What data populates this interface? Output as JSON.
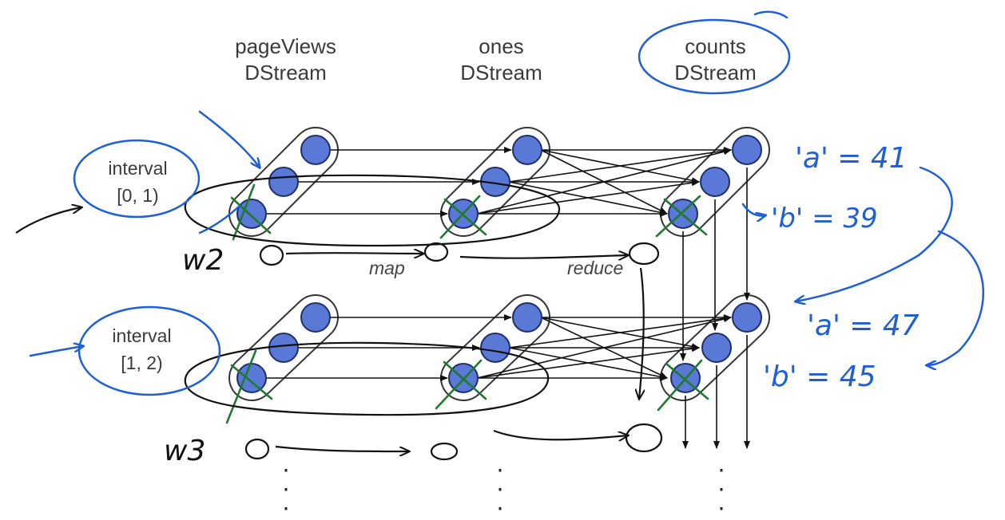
{
  "headers": {
    "pageviews": [
      "pageViews",
      "DStream"
    ],
    "ones": [
      "ones",
      "DStream"
    ],
    "counts": [
      "counts",
      "DStream"
    ]
  },
  "intervals": [
    {
      "line1": "interval",
      "line2": "[0, 1)"
    },
    {
      "line1": "interval",
      "line2": "[1, 2)"
    }
  ],
  "operations": {
    "map": "map",
    "reduce": "reduce"
  },
  "annotations": {
    "window_w2": "w2",
    "window_w3": "w3",
    "count_a_1": "'a' = 41",
    "count_b_1": "'b' = 39",
    "count_a_2": "'a' = 47",
    "count_b_2": "'b' = 45"
  },
  "colors": {
    "node_fill": "#5a78d6",
    "node_stroke": "#1e2f6a",
    "ink_blue": "#1f5fd6",
    "ink_green": "#1f7a2e",
    "ink_black": "#111111"
  }
}
